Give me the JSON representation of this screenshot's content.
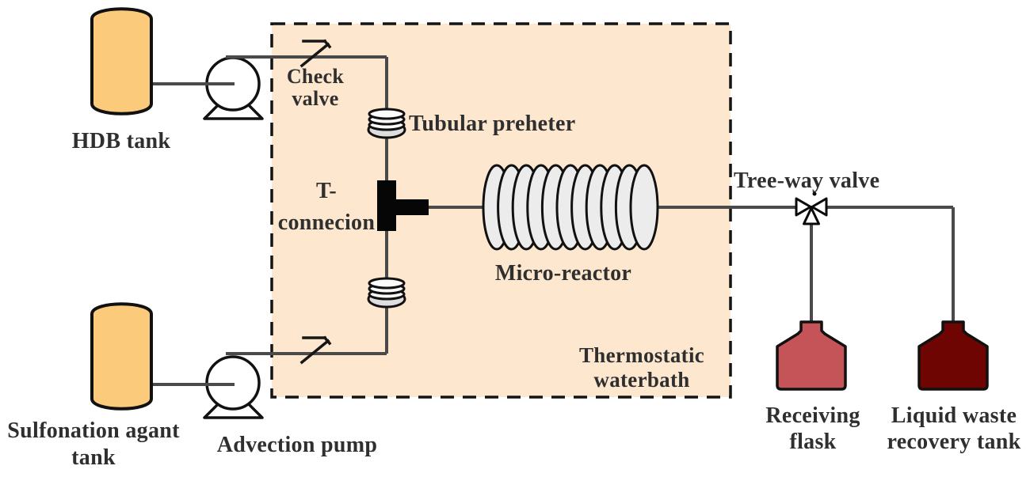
{
  "diagram": {
    "type": "process-flow-schematic",
    "labels": {
      "hdb_tank": "HDB tank",
      "sulfonation_tank_1": "Sulfonation agant",
      "sulfonation_tank_2": "tank",
      "advection_pump": "Advection pump",
      "check_valve_1": "Check",
      "check_valve_2": "valve",
      "tubular_preheater": "Tubular preheter",
      "t_connection_1": "T-",
      "t_connection_2": "connecion",
      "micro_reactor": "Micro-reactor",
      "thermostatic_1": "Thermostatic",
      "thermostatic_2": "waterbath",
      "three_way_valve": "Tree-way valve",
      "receiving_flask_1": "Receiving",
      "receiving_flask_2": "flask",
      "waste_tank_1": "Liquid waste",
      "waste_tank_2": "recovery tank"
    },
    "icons": {
      "hdb_tank": "storage-cylinder",
      "sulfonation_tank": "storage-cylinder",
      "advection_pump": "circle-pump",
      "check_valve": "check-valve-zigzag",
      "tubular_preheater": "coil-stack",
      "t_connection": "tee-fitting",
      "micro_reactor": "horizontal-coil",
      "three_way_valve": "bowtie-valve",
      "receiving_flask": "flask",
      "waste_tank": "flask"
    },
    "colors": {
      "tank_fill": "#FBCB7B",
      "waterbath_fill": "#FDE7CE",
      "receiving_flask_fill": "#C45457",
      "waste_tank_fill": "#6E0503",
      "coil_fill": "#ECECEC",
      "coil_base_fill": "#DEDEDE",
      "pipe": "#4a4a4a",
      "outline": "#111111",
      "text": "#2f2f2f"
    }
  }
}
